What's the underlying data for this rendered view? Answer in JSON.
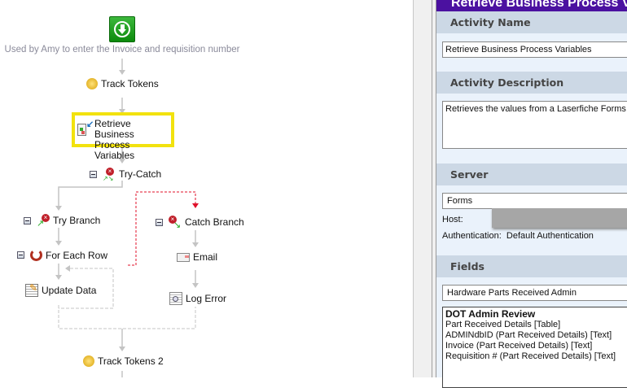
{
  "canvas": {
    "start_description": "Used by Amy to enter the Invoice and requisition number",
    "nodes": {
      "track_tokens": "Track Tokens",
      "retrieve": [
        "Retrieve Business",
        "Process Variables"
      ],
      "try_catch": "Try-Catch",
      "try_branch": "Try Branch",
      "for_each_row": "For Each Row",
      "update_data": "Update Data",
      "catch_branch": "Catch Branch",
      "email": "Email",
      "log_error": "Log Error",
      "track_tokens_2": "Track Tokens 2"
    },
    "highlight_color": "#f2e20e"
  },
  "panel": {
    "title": "Retrieve Business Process Variables",
    "title_color": "#4b11a0",
    "activity_name_header": "Activity Name",
    "activity_name_value": "Retrieve Business Process Variables",
    "activity_description_header": "Activity Description",
    "activity_description_value": "Retrieves the values from a Laserfiche Forms business process",
    "server_header": "Server",
    "server_value": "Forms",
    "host_label": "Host:",
    "auth_label": "Authentication:",
    "auth_value": "Default Authentication",
    "fields_header": "Fields",
    "fields_select": "Hardware Parts Received Admin",
    "fields_list": {
      "group": "DOT Admin Review",
      "items": [
        "Part Received Details [Table]",
        "ADMINdbID (Part Received Details) [Text]",
        "Invoice (Part Received Details) [Text]",
        "Requisition # (Part Received Details) [Text]"
      ]
    }
  }
}
